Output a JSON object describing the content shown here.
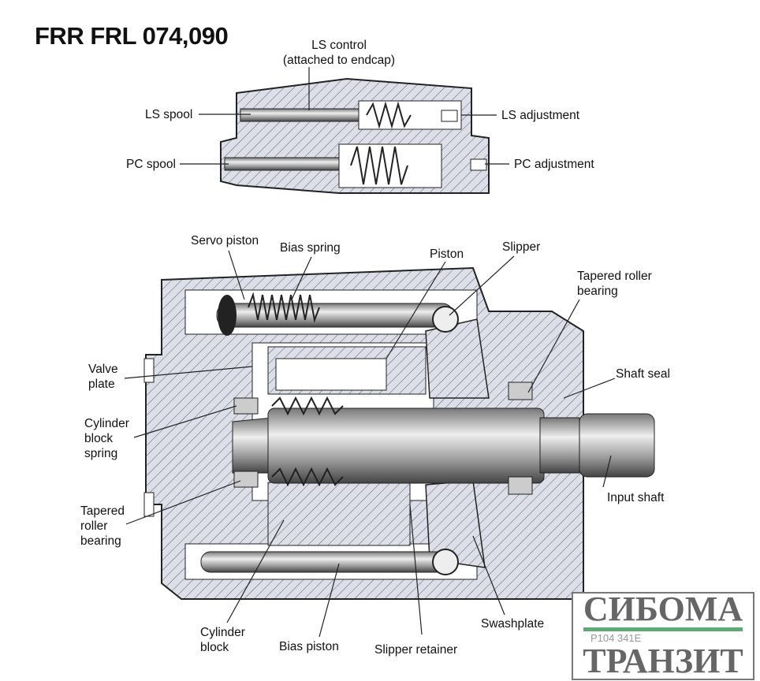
{
  "title": "FRR FRL 074,090",
  "control_labels": {
    "ls_control": "LS control",
    "ls_control_note": "(attached to endcap)",
    "ls_spool": "LS spool",
    "pc_spool": "PC spool",
    "ls_adjustment": "LS adjustment",
    "pc_adjustment": "PC adjustment"
  },
  "pump_labels": {
    "servo_piston": "Servo piston",
    "bias_spring": "Bias spring",
    "piston": "Piston",
    "slipper": "Slipper",
    "tapered_roller_bearing_right": "Tapered roller bearing",
    "shaft_seal": "Shaft seal",
    "valve_plate": "Valve plate",
    "cylinder_block_spring": "Cylinder block spring",
    "tapered_roller_bearing_left": "Tapered roller bearing",
    "input_shaft": "Input shaft",
    "cylinder_block": "Cylinder block",
    "bias_piston": "Bias  piston",
    "slipper_retainer": "Slipper retainer",
    "swashplate": "Swashplate"
  },
  "watermark": {
    "line1": "СИБОМА",
    "line2": "ТРАНЗИТ",
    "code": "P104 341E",
    "accent_color": "#5daa77"
  }
}
